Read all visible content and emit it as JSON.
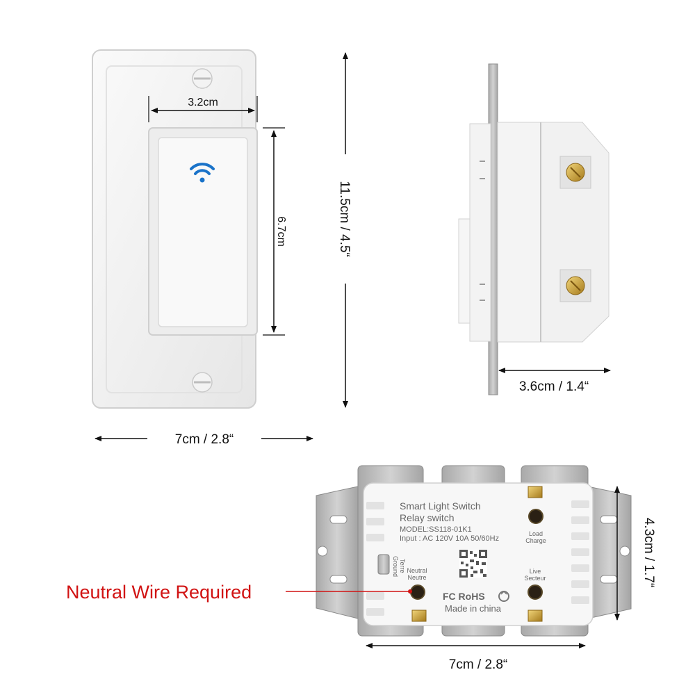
{
  "dimensions": {
    "inner_width": "3.2cm",
    "inner_height": "6.7cm",
    "plate_height": "11.5cm / 4.5“",
    "plate_width": "7cm / 2.8“",
    "depth": "3.6cm / 1.4“",
    "body_height": "4.3cm / 1.7“",
    "body_width": "7cm / 2.8“"
  },
  "back_label": {
    "title": "Smart Light Switch",
    "subtitle": "Relay switch",
    "model": "MODEL:SS118-01K1",
    "input": "Input : AC 120V 10A  50/60Hz",
    "load_line1": "Load",
    "load_line2": "Charge",
    "neutral_line1": "Neutral",
    "neutral_line2": "Neutre",
    "live_line1": "Live",
    "live_line2": "Secteur",
    "ground_line1": "Ground",
    "ground_line2": "Terre",
    "certifications": "FC RoHS",
    "origin": "Made in china"
  },
  "callout": {
    "text": "Neutral Wire Required",
    "color": "#d11313"
  },
  "icons": {
    "wifi": "wifi-icon",
    "qr": "qr-code-icon"
  },
  "colors": {
    "wifi_blue": "#1a73c9",
    "plate_white": "#f4f4f4",
    "metal_gray": "#b9b9b9",
    "screw_brass": "#c8a030"
  }
}
